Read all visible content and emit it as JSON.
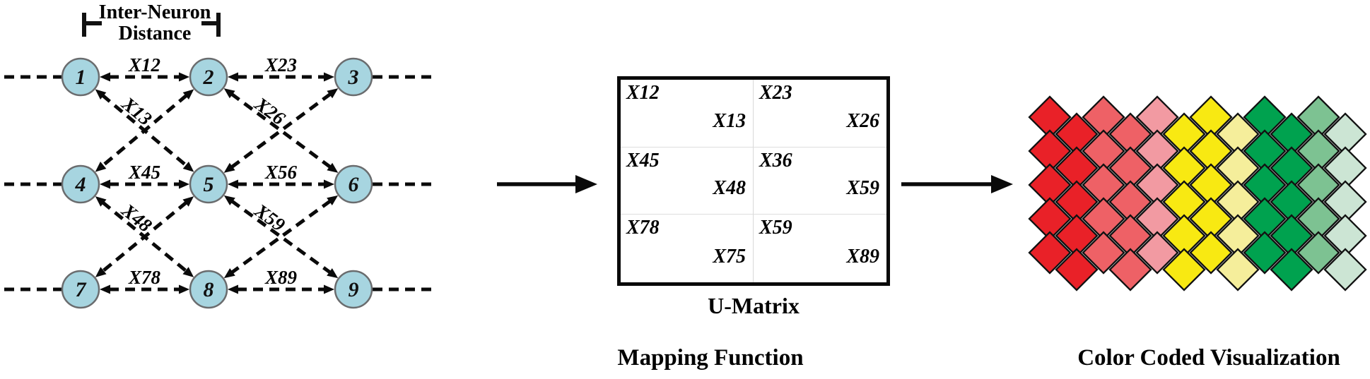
{
  "left_panel": {
    "bracket": {
      "line1": "Inter-Neuron",
      "line2": "Distance"
    },
    "neurons": [
      "1",
      "2",
      "3",
      "4",
      "5",
      "6",
      "7",
      "8",
      "9"
    ],
    "horizontal_edges": [
      {
        "from": "1",
        "to": "2",
        "label": "X12"
      },
      {
        "from": "2",
        "to": "3",
        "label": "X23"
      },
      {
        "from": "4",
        "to": "5",
        "label": "X45"
      },
      {
        "from": "5",
        "to": "6",
        "label": "X56"
      },
      {
        "from": "7",
        "to": "8",
        "label": "X78"
      },
      {
        "from": "8",
        "to": "9",
        "label": "X89"
      }
    ],
    "diagonal_edges": [
      {
        "from": "1",
        "to": "5",
        "label": "X13"
      },
      {
        "from": "2",
        "to": "4",
        "label": ""
      },
      {
        "from": "2",
        "to": "6",
        "label": "X26"
      },
      {
        "from": "3",
        "to": "5",
        "label": ""
      },
      {
        "from": "4",
        "to": "8",
        "label": "X48"
      },
      {
        "from": "5",
        "to": "7",
        "label": ""
      },
      {
        "from": "5",
        "to": "9",
        "label": "X59"
      },
      {
        "from": "6",
        "to": "8",
        "label": ""
      }
    ],
    "styles": {
      "neuron_fill": "#a7d5e0",
      "neuron_stroke": "#6a6c6e",
      "line_color": "#0a0a0a"
    }
  },
  "umatrix": {
    "title": "U-Matrix",
    "cells": [
      {
        "top_left": "X12",
        "bottom_right": "X13"
      },
      {
        "top_left": "X23",
        "bottom_right": "X26"
      },
      {
        "top_left": "X45",
        "bottom_right": "X48"
      },
      {
        "top_left": "X36",
        "bottom_right": "X59"
      },
      {
        "top_left": "X78",
        "bottom_right": "X75"
      },
      {
        "top_left": "X59",
        "bottom_right": "X89"
      }
    ]
  },
  "captions": {
    "mapping_function": "Mapping Function",
    "color_coded": "Color Coded Visualization"
  },
  "color_map": {
    "rows_per_column": 5,
    "columns": [
      {
        "name": "red",
        "hex": "#e92128"
      },
      {
        "name": "red",
        "hex": "#e92128"
      },
      {
        "name": "salmon-red",
        "hex": "#ee6166"
      },
      {
        "name": "salmon-red",
        "hex": "#ee6166"
      },
      {
        "name": "light-pink",
        "hex": "#f29aa2"
      },
      {
        "name": "yellow",
        "hex": "#f8e912"
      },
      {
        "name": "yellow",
        "hex": "#f8e912"
      },
      {
        "name": "light-yellow",
        "hex": "#f5ee9b"
      },
      {
        "name": "green",
        "hex": "#00a24f"
      },
      {
        "name": "green",
        "hex": "#00a24f"
      },
      {
        "name": "medium-green",
        "hex": "#7dc292"
      },
      {
        "name": "pale-green",
        "hex": "#cce5d4"
      }
    ]
  }
}
